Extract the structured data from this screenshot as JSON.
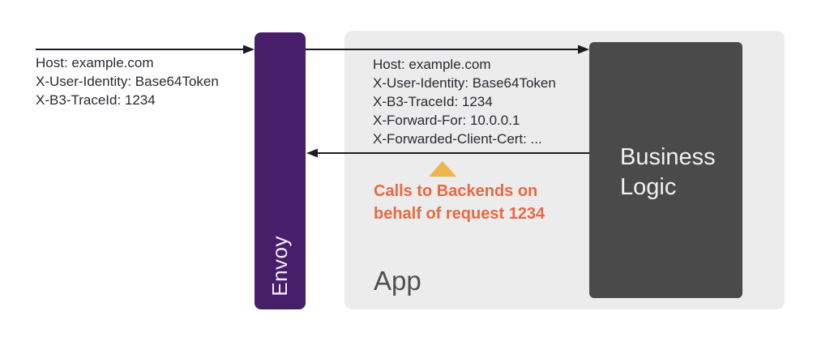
{
  "diagram": {
    "incoming_request": {
      "header_lines": [
        "Host: example.com",
        "X-User-Identity: Base64Token",
        "X-B3-TraceId: 1234"
      ]
    },
    "envoy": {
      "label": "Envoy",
      "fill_color": "#461e6a",
      "text_color": "#f3edf7"
    },
    "app_panel": {
      "label": "App",
      "fill_color": "#ececec",
      "forwarded_request": {
        "header_lines": [
          "Host: example.com",
          "X-User-Identity: Base64Token",
          "X-B3-TraceId: 1234",
          "X-Forward-For: 10.0.0.1",
          "X-Forwarded-Client-Cert: ..."
        ]
      },
      "business_logic": {
        "label_lines": [
          "Business",
          "Logic"
        ],
        "fill_color": "#4a4a4a",
        "text_color": "#f1f1f1"
      },
      "callout": {
        "lines": [
          "Calls to Backends on",
          "behalf of request 1234"
        ],
        "text_color": "#e66a42",
        "marker_icon": "triangle-up-icon",
        "marker_color": "#eeb44d"
      }
    },
    "arrows": {
      "color": "#1c1b24",
      "client_to_envoy": "arrow-right",
      "envoy_to_business_logic": "arrow-right",
      "business_logic_to_envoy": "arrow-left"
    }
  }
}
